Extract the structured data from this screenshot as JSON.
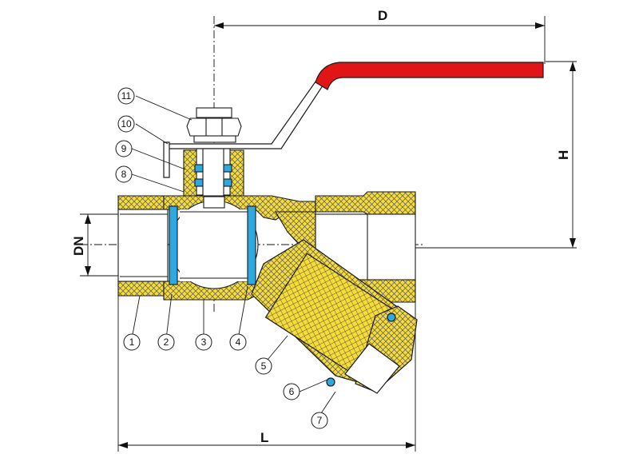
{
  "colors": {
    "body_fill": "#f5dc3a",
    "seal_color": "#2ea8e0",
    "handle_color": "#e01616",
    "outline_color": "#1a1a1a",
    "background": "#ffffff"
  },
  "dimensions": {
    "D": "D",
    "H": "H",
    "DN": "DN",
    "L": "L"
  },
  "callouts": [
    "1",
    "2",
    "3",
    "4",
    "5",
    "6",
    "7",
    "8",
    "9",
    "10",
    "11"
  ]
}
